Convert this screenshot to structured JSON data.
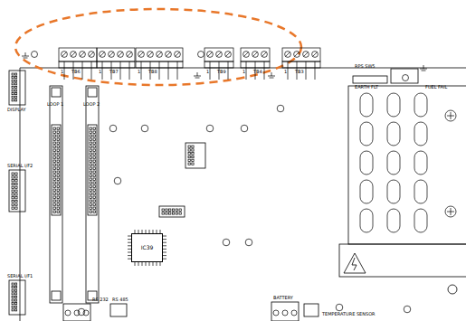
{
  "diagram": {
    "nodes": [
      {
        "text": [
          "IC39"
        ]
      }
    ],
    "labels": [
      "1",
      "TB6",
      "1",
      "TB7",
      "1",
      "TB8",
      "1",
      "TB9",
      "1",
      "TB4",
      "1",
      "TB3",
      "RPS SW5",
      "EARTH FLT",
      "FUEL FAIL",
      "DISPLAY",
      "LOOP 1",
      "LOOP 2",
      "SERIAL I/F2",
      "SERIAL I/F1",
      "RS 232",
      "RS 485",
      "BATTERY",
      "TEMPERATURE SENSOR"
    ]
  }
}
